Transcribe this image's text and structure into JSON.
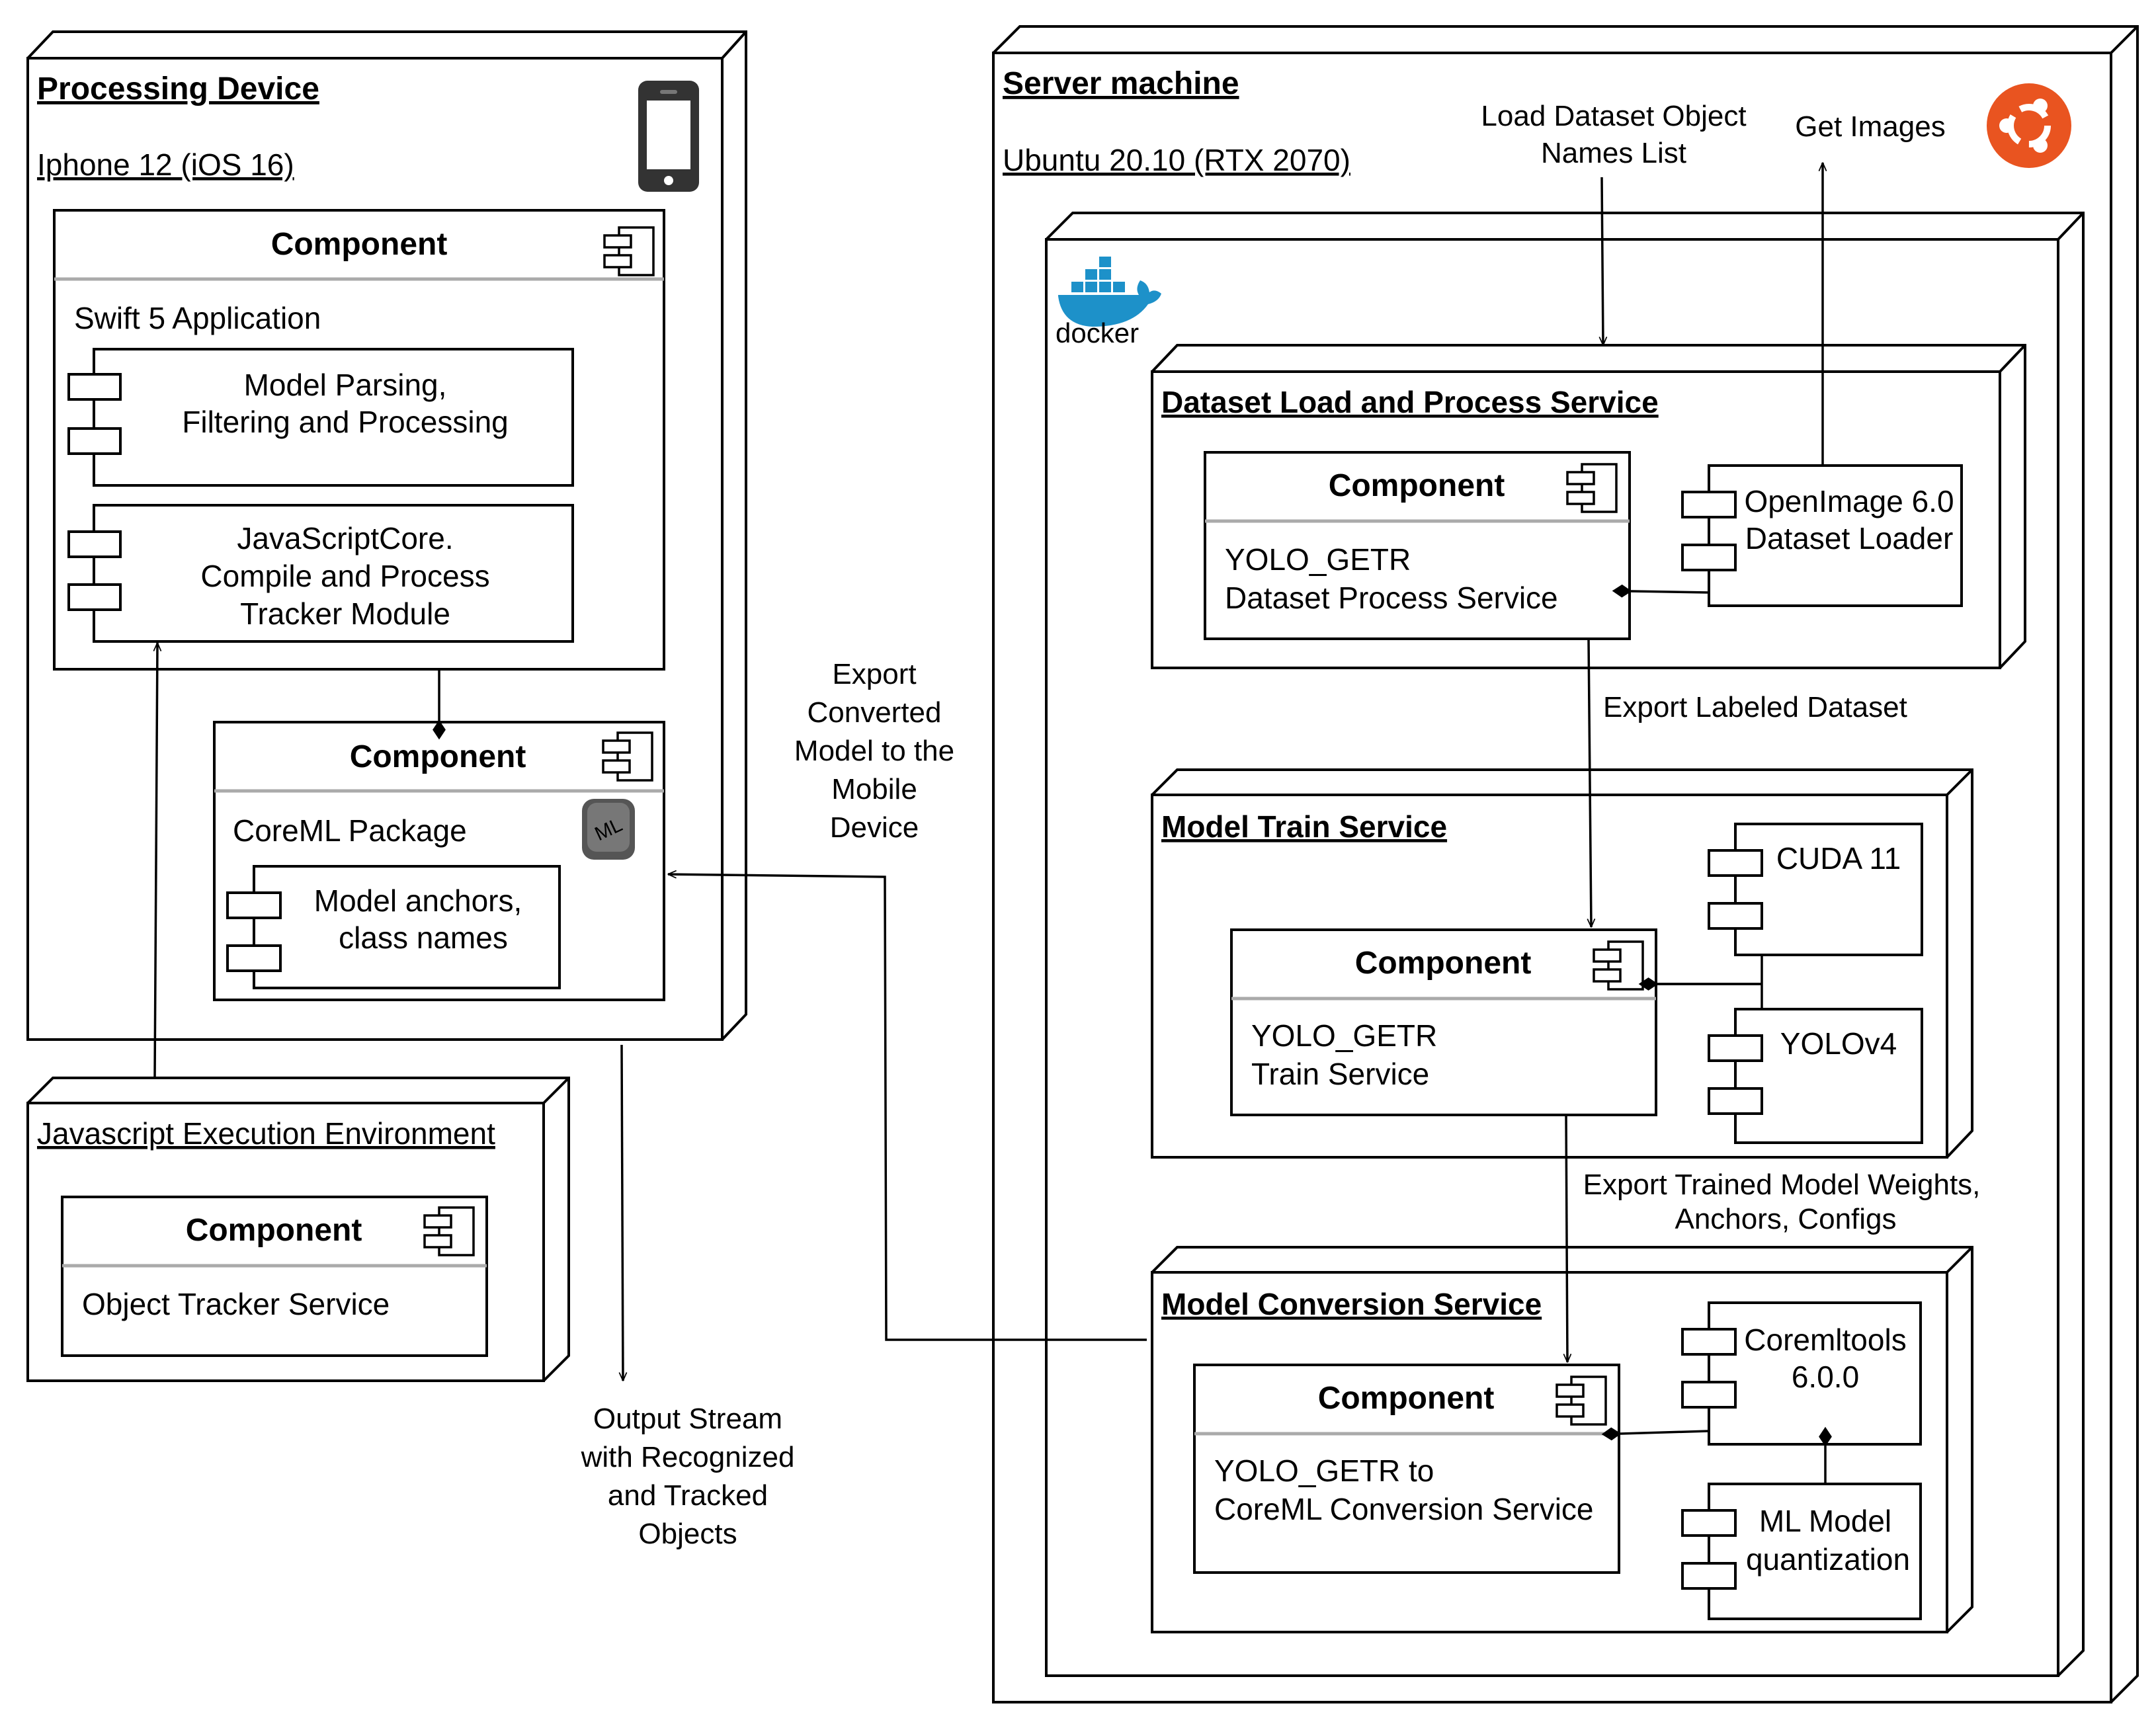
{
  "processing_device": {
    "title": "Processing Device",
    "subtitle": "Iphone 12 (iOS 16)",
    "icon": "phone-icon",
    "swift_component": {
      "stereotype": "Component",
      "label": "Swift 5 Application",
      "parts": [
        {
          "lines": [
            "Model Parsing,",
            "Filtering and Processing"
          ]
        },
        {
          "lines": [
            "JavaScriptCore.",
            "Compile and Process",
            "Tracker Module"
          ]
        }
      ]
    },
    "coreml_component": {
      "stereotype": "Component",
      "label": "CoreML Package",
      "icon": "coreml-icon",
      "badge": "ML",
      "parts": [
        {
          "lines": [
            "Model anchors,",
            "class names"
          ]
        }
      ]
    }
  },
  "js_environment": {
    "title": "Javascript Execution Environment",
    "component": {
      "stereotype": "Component",
      "label": "Object Tracker Service"
    }
  },
  "server_machine": {
    "title": "Server machine",
    "subtitle": "Ubuntu 20.10 (RTX 2070)",
    "icon": "ubuntu-icon",
    "docker_label": "docker",
    "dataset_service": {
      "title": "Dataset Load and Process Service",
      "component": {
        "stereotype": "Component",
        "lines": [
          "YOLO_GETR",
          "Dataset Process Service"
        ]
      },
      "parts": [
        {
          "lines": [
            "OpenImage 6.0",
            "Dataset Loader"
          ]
        }
      ]
    },
    "train_service": {
      "title": "Model Train Service",
      "component": {
        "stereotype": "Component",
        "lines": [
          "YOLO_GETR",
          "Train Service"
        ]
      },
      "parts": [
        {
          "lines": [
            "CUDA 11"
          ]
        },
        {
          "lines": [
            "YOLOv4"
          ]
        }
      ]
    },
    "conversion_service": {
      "title": "Model Conversion Service",
      "component": {
        "stereotype": "Component",
        "lines": [
          "YOLO_GETR to",
          "CoreML Conversion Service"
        ]
      },
      "parts": [
        {
          "lines": [
            "Coremltools",
            "6.0.0"
          ]
        },
        {
          "lines": [
            "ML Model",
            "quantization"
          ]
        }
      ]
    }
  },
  "flow_labels": {
    "load_names": [
      "Load Dataset Object",
      "Names List"
    ],
    "get_images": "Get Images",
    "export_labeled": "Export Labeled Dataset",
    "export_weights": [
      "Export Trained Model Weights,",
      "Anchors, Configs"
    ],
    "export_converted": [
      "Export",
      "Converted",
      "Model to the",
      "Mobile",
      "Device"
    ],
    "output_stream": [
      "Output Stream",
      "with Recognized",
      "and Tracked",
      "Objects"
    ]
  },
  "colors": {
    "line": "#000000",
    "ubuntu": "#E95420",
    "docker": "#1D91C9",
    "docker_text": "#394D54",
    "phone": "#333333",
    "coreml_bg": "#666666",
    "coreml_text": "#F2C31A"
  }
}
